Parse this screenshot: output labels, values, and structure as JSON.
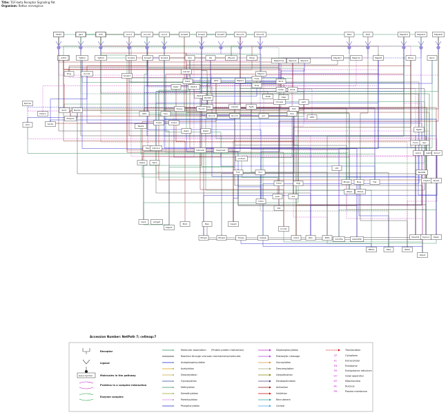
{
  "header": {
    "title_label": "Title:",
    "title_value": "TGF-beta Receptor Signaling Pat",
    "organism_label": "Organism:",
    "organism_value": "Rattus norvegicus"
  },
  "accession": "Accession Number: NetPath 7; cellmap:7",
  "colors": {
    "association": "#2e8b57",
    "activation": "#8b1a1a",
    "inhibition": "#cc0000",
    "phosphorylation": "#2020cc",
    "dephosphorylation": "#c020c0",
    "translocation": "#c00000",
    "receptor_fill": "#9b8ee0",
    "receptor_line": "#6a5acd",
    "node_border": "#333333",
    "box_border": "#999999"
  },
  "nodes": [
    "Tgfb1",
    "Tgfb2",
    "Tgfb3",
    "Tgfbr2",
    "Tgfbr1",
    "Tgfbr3",
    "Eng",
    "Acvrl1",
    "Acvr1",
    "Acvr1b",
    "Acvr2",
    "Smad2",
    "Smad3",
    "Smad4",
    "Smad7",
    "Smad6",
    "Smad1",
    "Smad5",
    "Smurf1",
    "Smurf2",
    "Skil",
    "Ski",
    "Zfyve9",
    "Strap",
    "Pppp2r1a",
    "Ppp1ca",
    "Ppp2ca",
    "Tab1",
    "Tak1",
    "Map3k7",
    "Mapk14",
    "Mapk8",
    "Map2k3",
    "Map2k4",
    "Map2k6",
    "Rhoa",
    "Rac1",
    "Cdc42",
    "Pak1",
    "Pak2",
    "Pik3r1",
    "Pik3ca",
    "Akt1",
    "Mapk1",
    "Mapk3",
    "Hras",
    "Kras",
    "Shc1",
    "Grb2",
    "Sos1",
    "Traf6",
    "Xiap",
    "Ep300",
    "Crebbp",
    "Cited2",
    "Tgif1",
    "Ctnnb1",
    "Lef1",
    "Tcf7",
    "Foxo1",
    "Foxo3",
    "Runx2",
    "Runx3",
    "Jun",
    "Fos",
    "Atf2",
    "Atf3",
    "Sp1",
    "Snai1",
    "Snai2",
    "Twist1",
    "Zeb1",
    "Zeb2",
    "Myc",
    "Cdkn1a",
    "Cdkn2b",
    "Serpine1",
    "Col1a1",
    "Fn1",
    "Vim",
    "Cdh1",
    "Cdh2",
    "Ctgf",
    "Junb",
    "Id1",
    "Id2",
    "Id3",
    "Bmp4",
    "Nog",
    "Fst",
    "Ltbp1",
    "Thbs1",
    "Itgb6",
    "Furin",
    "Apc",
    "Axin1",
    "Gsk3b",
    "Smurf",
    "Nedd4l",
    "Usp15",
    "Stub1",
    "Ube2d1",
    "Sumo1",
    "Pias1",
    "Ppm1a",
    "Pml",
    "Hdac1",
    "Sin3a",
    "Sirt1",
    "Fkbp1a",
    "Bambi",
    "Dab2",
    "Sara",
    "Cav1",
    "Arhgef",
    "Dapk1",
    "Bcl2",
    "Bax",
    "Casp3",
    "Mmp2",
    "Mmp9",
    "Timp1",
    "Cebpb",
    "Ccnd1",
    "Cdk4",
    "Rb1",
    "E2f4",
    "Cdc25a",
    "Gadd45b",
    "Nfkb1",
    "Rela",
    "Ikbkb",
    "Ltbp3",
    "Stat3",
    "Jak1",
    "Tcf3",
    "Cdh5"
  ],
  "legend": {
    "left": {
      "receptor": "Receptor",
      "ligand": "Ligand",
      "molecule": "Molecules in the pathway",
      "gene_symbol": "Gene Symbol",
      "complex": "Proteins in a complex interaction",
      "enzyme": "Enzyme complex"
    },
    "middle": [
      {
        "label": "Molecular association",
        "sub": "(Protein-protein interaction)",
        "color": "#2e8b57"
      },
      {
        "label": "Reaction through unknown mechanisms/molecules",
        "sub": "",
        "color": "#222222"
      },
      {
        "label": "Autophosphorylation",
        "sub": "",
        "color": "#2020cc"
      },
      {
        "label": "Acetylation",
        "sub": "",
        "color": "#d4a000"
      },
      {
        "label": "Deacetylation",
        "sub": "",
        "color": "#c8a040"
      },
      {
        "label": "Glycosylation",
        "sub": "",
        "color": "#2c4aa0"
      },
      {
        "label": "Methylation",
        "sub": "",
        "color": "#2e8b57"
      },
      {
        "label": "Demethylation",
        "sub": "",
        "color": "#a0a020"
      },
      {
        "label": "Palmitoylation",
        "sub": "",
        "color": "#e080e0"
      },
      {
        "label": "Phosphorylation",
        "sub": "",
        "color": "#2020cc"
      }
    ],
    "right": [
      {
        "label": "Dephosphorylation",
        "color": "#c020c0"
      },
      {
        "label": "Proteolytic cleavage",
        "color": "#b040d0"
      },
      {
        "label": "Sumoylation",
        "color": "#d09030"
      },
      {
        "label": "Desumoylation",
        "color": "#a0a070"
      },
      {
        "label": "Ubiquitination",
        "color": "#808000"
      },
      {
        "label": "Deubiquitination",
        "color": "#404080"
      },
      {
        "label": "Activation",
        "color": "#8b1a1a"
      },
      {
        "label": "Inhibition",
        "color": "#cc0000"
      },
      {
        "label": "Recruitment",
        "color": "#20a0a0"
      },
      {
        "label": "Control",
        "color": "#40a0e0"
      }
    ],
    "locations": {
      "translocation": "Translocation",
      "items": [
        {
          "code": "CP",
          "label": "Cytoplasm"
        },
        {
          "code": "EC",
          "label": "Extracellular"
        },
        {
          "code": "EN",
          "label": "Endosome"
        },
        {
          "code": "ER",
          "label": "Endoplasmic reticulum"
        },
        {
          "code": "GO",
          "label": "Golgi apparatus"
        },
        {
          "code": "MT",
          "label": "Mitochondria"
        },
        {
          "code": "NU",
          "label": "Nucleus"
        },
        {
          "code": "PM",
          "label": "Plasma membrane"
        }
      ]
    }
  }
}
